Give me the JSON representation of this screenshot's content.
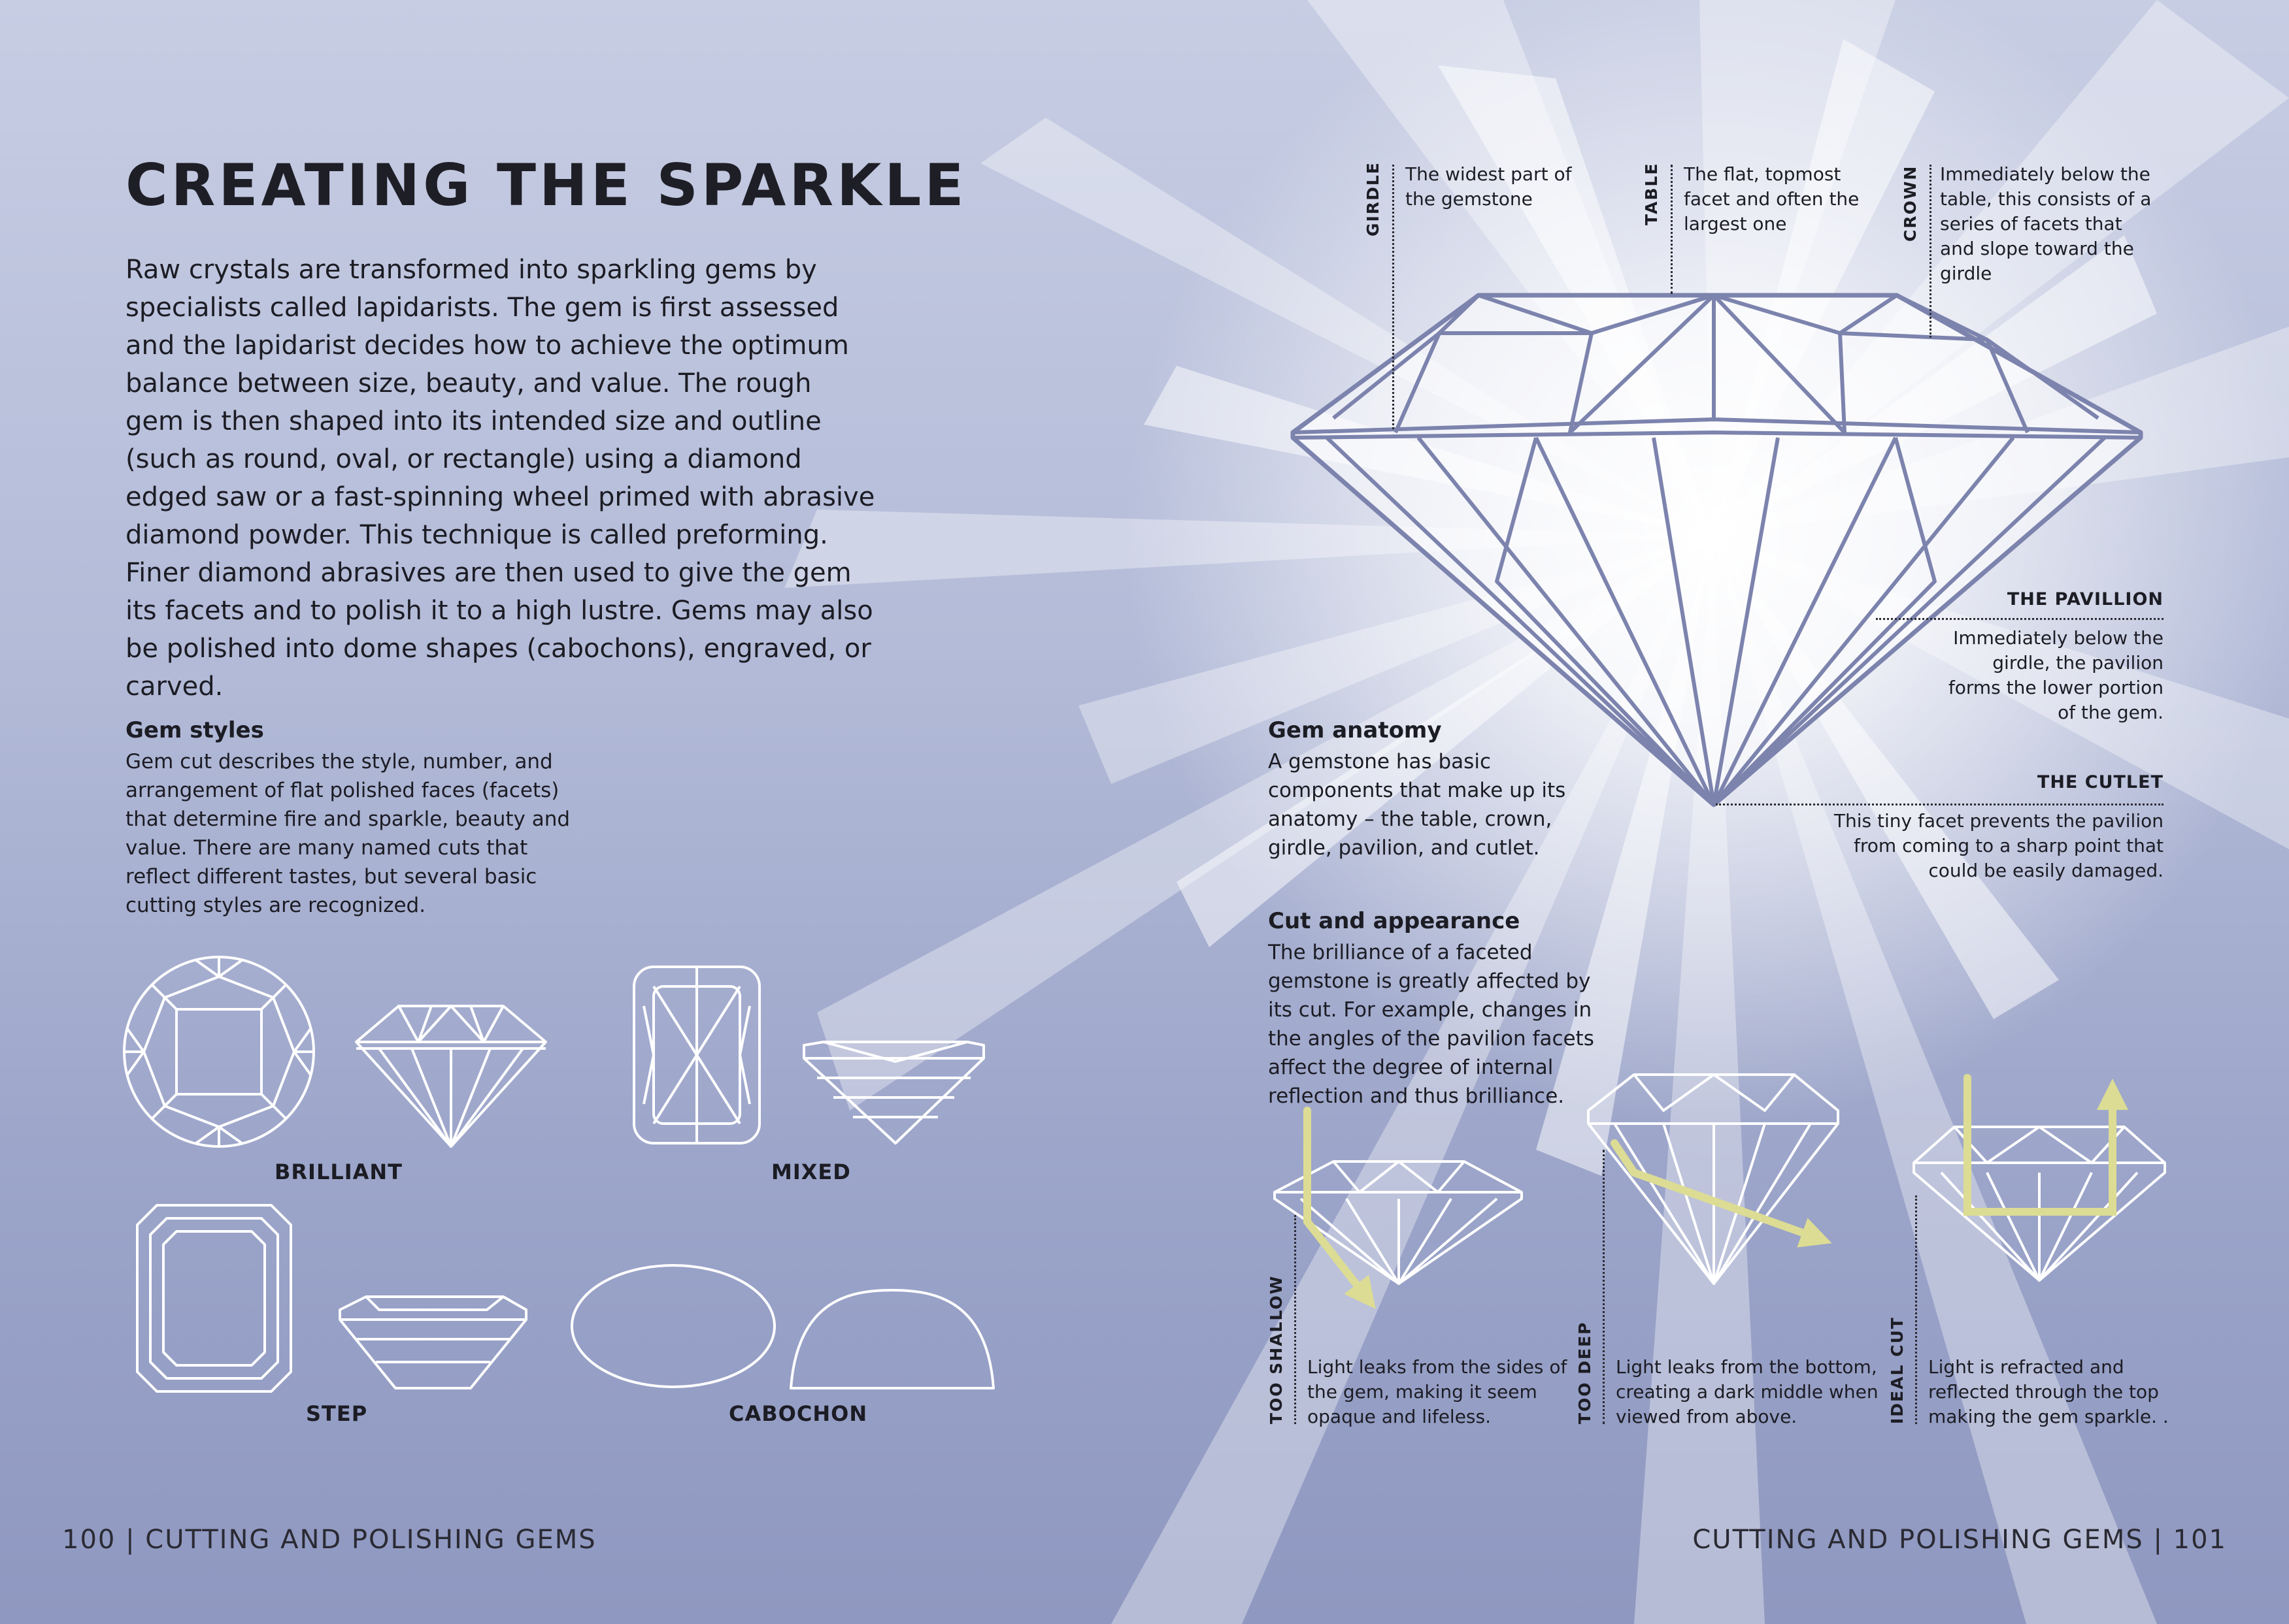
{
  "title": "CREATING THE SPARKLE",
  "intro": "Raw crystals are transformed into sparkling gems by specialists called lapidarists. The gem is first assessed and the lapidarist decides how to achieve the optimum balance between size, beauty, and value. The rough gem is then shaped into its intended size and outline (such as round, oval, or rectangle) using a diamond edged saw or a fast-spinning wheel primed with abrasive diamond powder. This technique is called preforming. Finer diamond abrasives are then used to give the gem its facets and to polish it to a high lustre. Gems may also be polished into dome shapes (cabochons), engraved, or carved.",
  "gem_styles": {
    "heading": "Gem styles",
    "text": "Gem cut describes the style, number, and arrangement of flat polished faces (facets) that determine fire and sparkle, beauty and value. There are many named cuts that reflect different tastes, but several basic cutting styles are recognized.",
    "labels": {
      "brilliant": "BRILLIANT",
      "mixed": "MIXED",
      "step": "STEP",
      "cabochon": "CABOCHON"
    }
  },
  "anatomy": {
    "heading": "Gem anatomy",
    "text": "A gemstone has basic components that make up its anatomy – the table, crown, girdle, pavilion, and cutlet.",
    "girdle": {
      "label": "GIRDLE",
      "text": "The widest part of the gemstone"
    },
    "table": {
      "label": "TABLE",
      "text": "The flat, topmost facet and often the largest one"
    },
    "crown": {
      "label": "CROWN",
      "text": "Immediately below the table, this consists of a series of facets that and slope toward the girdle"
    },
    "pavilion": {
      "label": "THE PAVILLION",
      "text": "Immediately below the girdle, the pavilion forms the lower portion of the gem."
    },
    "cutlet": {
      "label": "THE CUTLET",
      "text": "This tiny facet prevents the pavilion from coming to a sharp point that could be easily damaged."
    }
  },
  "cut": {
    "heading": "Cut and appearance",
    "text": "The brilliance of a faceted gemstone is greatly affected by its cut. For example, changes in the angles of the pavilion facets affect the degree of internal reflection and thus brilliance.",
    "too_shallow": {
      "label": "TOO SHALLOW",
      "text": "Light leaks from the sides of the gem, making it seem opaque and lifeless."
    },
    "too_deep": {
      "label": "TOO DEEP",
      "text": "Light leaks from the bottom, creating a dark middle when viewed from above."
    },
    "ideal": {
      "label": "IDEAL CUT",
      "text": "Light is refracted and reflected through the top making the gem sparkle. ."
    }
  },
  "footer": {
    "left_page": "100",
    "left_title": "CUTTING AND POLISHING GEMS",
    "right_title": "CUTTING AND POLISHING GEMS",
    "right_page": "101"
  },
  "colors": {
    "diagram_stroke": "#7c83ad",
    "light_ray": "#dcdc94",
    "burst": "#ffffff"
  }
}
